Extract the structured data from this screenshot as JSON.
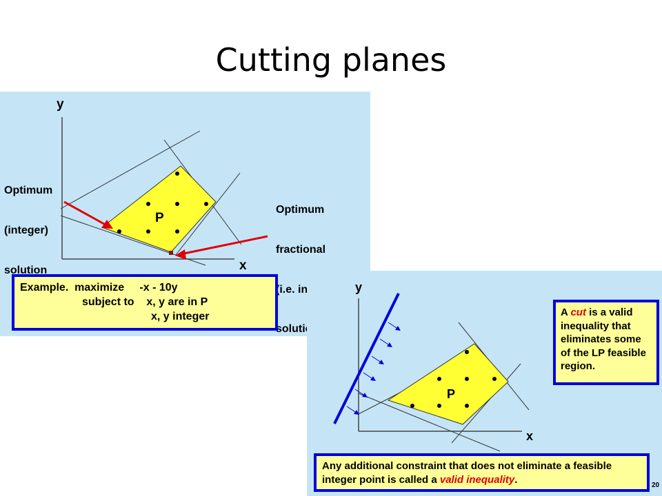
{
  "slide": {
    "title": "Cutting planes",
    "page_number": "20"
  },
  "panel1": {
    "axis_x": "x",
    "axis_y": "y",
    "region_label": "P",
    "optimum_integer": [
      "Optimum",
      "(integer)",
      "solution"
    ],
    "optimum_fractional": [
      "Optimum",
      "fractional",
      "(i.e. infeasible)",
      "solution"
    ],
    "example": {
      "line1": "Example.  maximize     -x - 10y",
      "line2": "subject to    x, y are in P",
      "line3": "x, y integer"
    },
    "colors": {
      "background": "#c5e5f7",
      "region": "#ffff33",
      "arrow": "#e00000",
      "box_border": "#0000dd"
    }
  },
  "panel2": {
    "axis_x": "x",
    "axis_y": "y",
    "region_label": "P",
    "cut_box": {
      "pre": "A ",
      "emph": "cut",
      "post": " is a valid inequality that eliminates some of the LP feasible region."
    },
    "valid_box": {
      "pre": "Any additional constraint that does not eliminate a feasible integer point is called a ",
      "emph": "valid inequality",
      "post": "."
    },
    "colors": {
      "cut_line": "#0000dd"
    }
  }
}
